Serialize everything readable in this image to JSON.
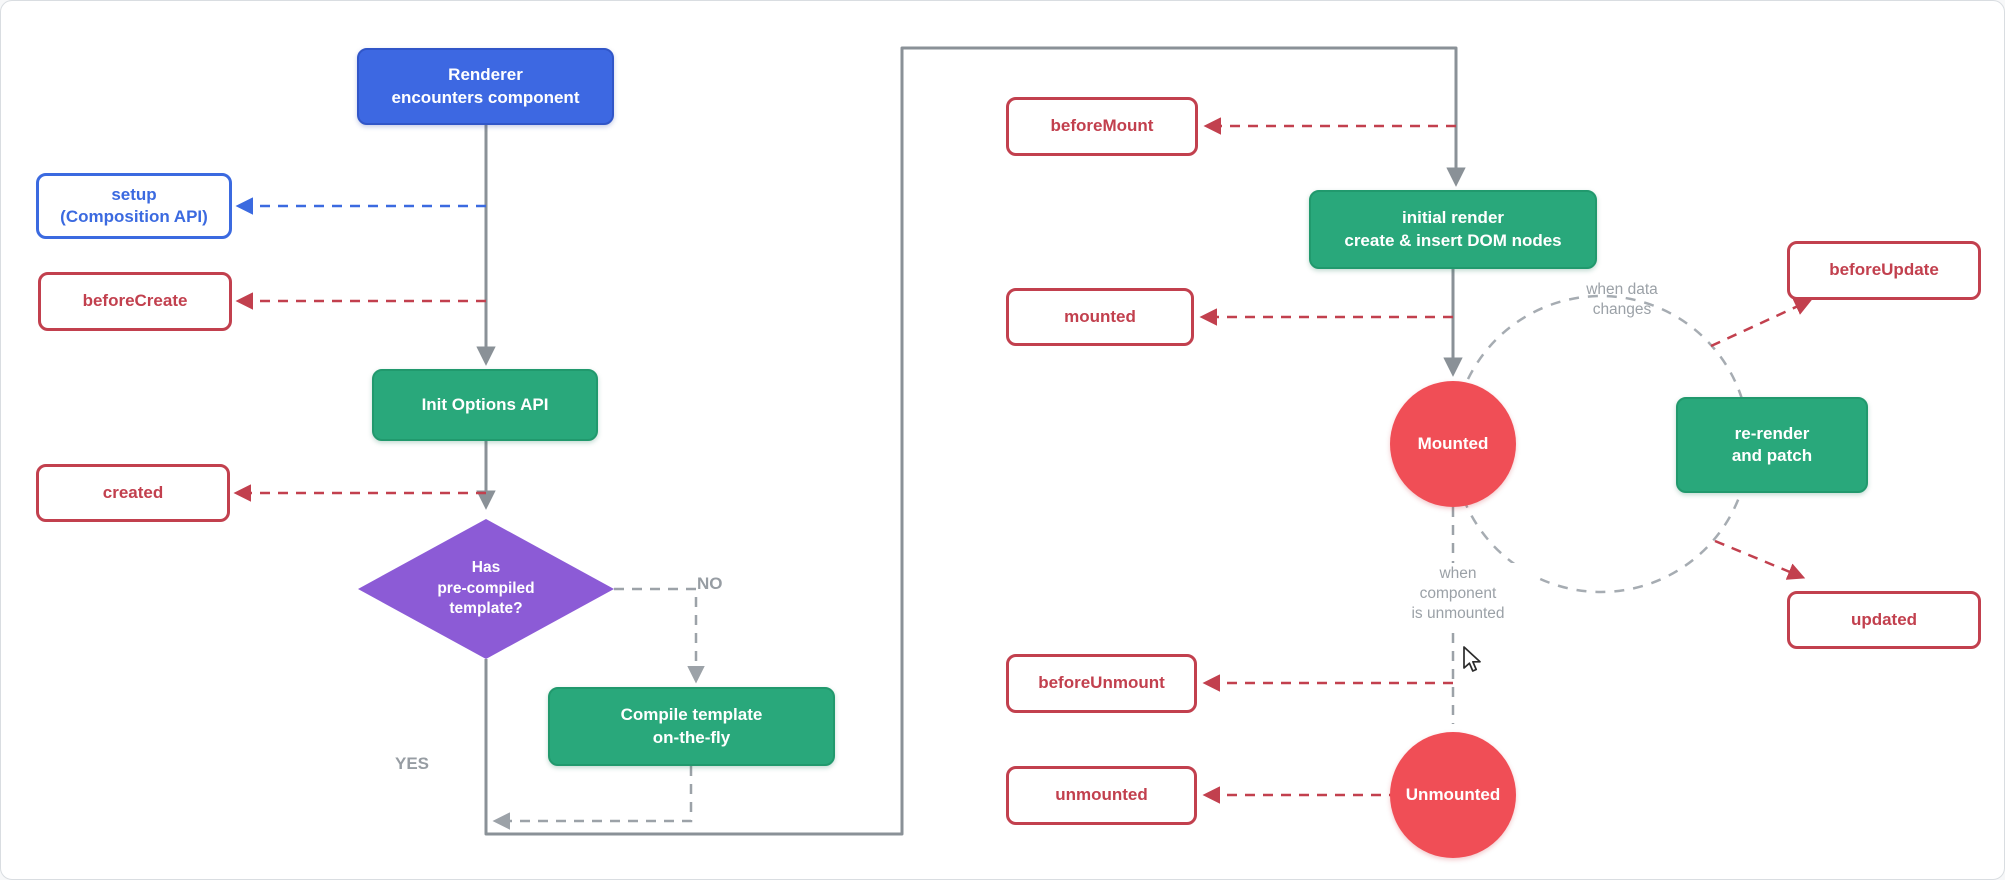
{
  "nodes": {
    "renderer": "Renderer\nencounters component",
    "setup": "setup\n(Composition API)",
    "before_create": "beforeCreate",
    "init_options": "Init Options API",
    "created": "created",
    "template_check": "Has\npre-compiled\ntemplate?",
    "compile": "Compile template\non-the-fly",
    "before_mount": "beforeMount",
    "initial_render": "initial render\ncreate & insert DOM nodes",
    "mounted_hook": "mounted",
    "mounted_state": "Mounted",
    "before_update": "beforeUpdate",
    "rerender": "re-render\nand patch",
    "updated": "updated",
    "before_unmount": "beforeUnmount",
    "unmounted_hook": "unmounted",
    "unmounted_state": "Unmounted"
  },
  "annotations": {
    "no": "NO",
    "yes": "YES",
    "when_data_changes": "when data\nchanges",
    "when_unmounted": "when\ncomponent\nis unmounted"
  },
  "colors": {
    "flow_blue": "#3D68E2",
    "flow_green": "#29A87B",
    "flow_purple": "#8C5BD6",
    "hook_red": "#C2404E",
    "state_red": "#F04E56",
    "line_gray": "#8A9197",
    "dash_gray": "#9CA2A8",
    "text_gray": "#9BA1A7"
  }
}
